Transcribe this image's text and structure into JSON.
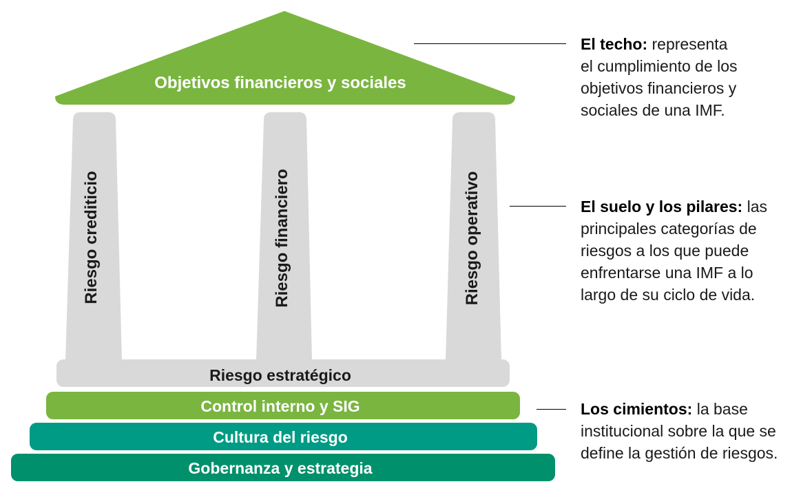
{
  "colors": {
    "roof_green": "#7ab540",
    "pillar_gray": "#d9d9da",
    "control_green": "#7ab540",
    "culture_teal": "#009b84",
    "governance_green": "#00906c",
    "label_white": "#ffffff",
    "label_dark": "#1a1a1a"
  },
  "roof": {
    "label": "Objetivos financieros y sociales"
  },
  "pillars": [
    {
      "label": "Riesgo crediticio"
    },
    {
      "label": "Riesgo financiero"
    },
    {
      "label": "Riesgo operativo"
    }
  ],
  "floor": {
    "label": "Riesgo estratégico"
  },
  "foundations": [
    {
      "label": "Control interno y SIG"
    },
    {
      "label": "Cultura del riesgo"
    },
    {
      "label": "Gobernanza y estrategia"
    }
  ],
  "annotations": [
    {
      "title": "El techo:",
      "body": " representa\nel cumplimiento de los\nobjetivos financieros y\nsociales de una IMF."
    },
    {
      "title": "El suelo y los pilares:",
      "body": " las\nprincipales categorías de\nriesgos a los que puede\nenfrentarse una IMF a lo\nlargo de su ciclo de vida."
    },
    {
      "title": "Los cimientos:",
      "body": " la base\ninstitucional sobre la que se\ndefine la gestión de riesgos."
    }
  ]
}
